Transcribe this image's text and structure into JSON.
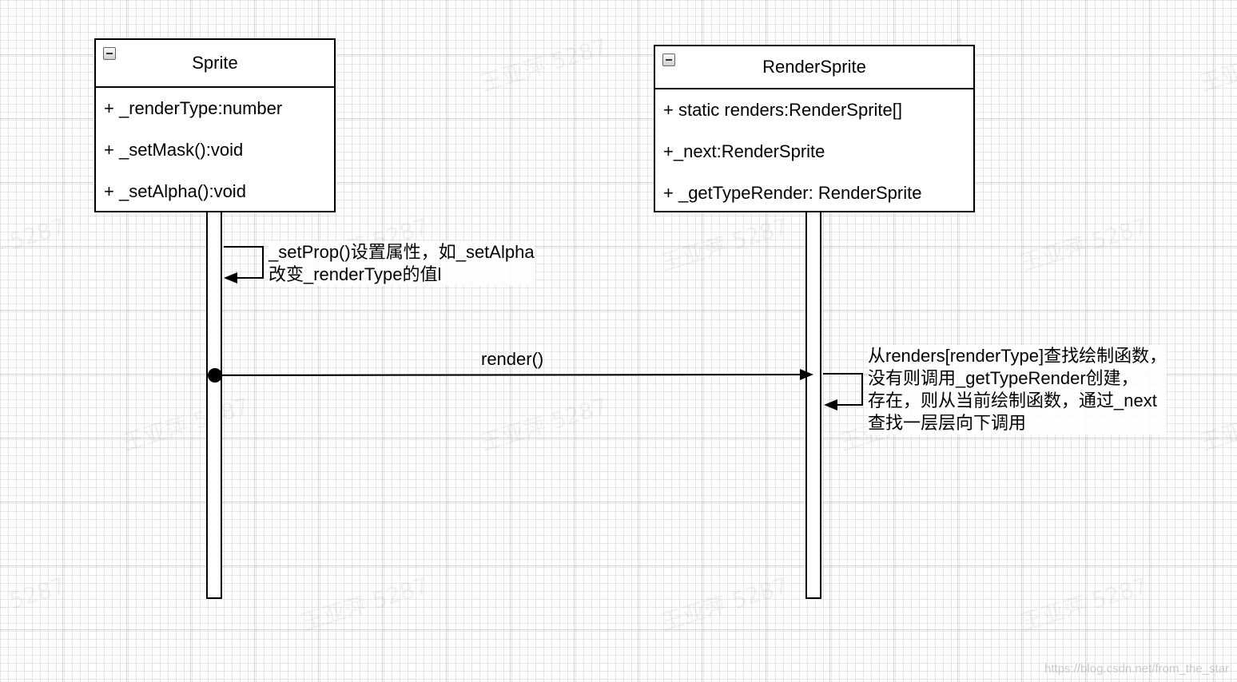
{
  "classes": [
    {
      "name": "Sprite",
      "attributes": [
        "+ _renderType:number",
        "+ _setMask():void",
        "+ _setAlpha():void"
      ]
    },
    {
      "name": "RenderSprite",
      "attributes": [
        "+ static renders:RenderSprite[]",
        "+_next:RenderSprite",
        "+ _getTypeRender: RenderSprite"
      ]
    }
  ],
  "messages": {
    "sprite_self": {
      "line1": "_setProp()设置属性，如_setAlpha",
      "line2": "改变_renderType的值l"
    },
    "render_call": {
      "label": "render()"
    },
    "render_self": {
      "line1": "从renders[renderType]查找绘制函数，",
      "line2": "没有则调用_getTypeRender创建，",
      "line3": "存在，则从当前绘制函数，通过_next",
      "line4": "查找一层层向下调用"
    }
  },
  "watermark": "王亚萍 5287",
  "footer_credit": "https://blog.csdn.net/from_the_star"
}
